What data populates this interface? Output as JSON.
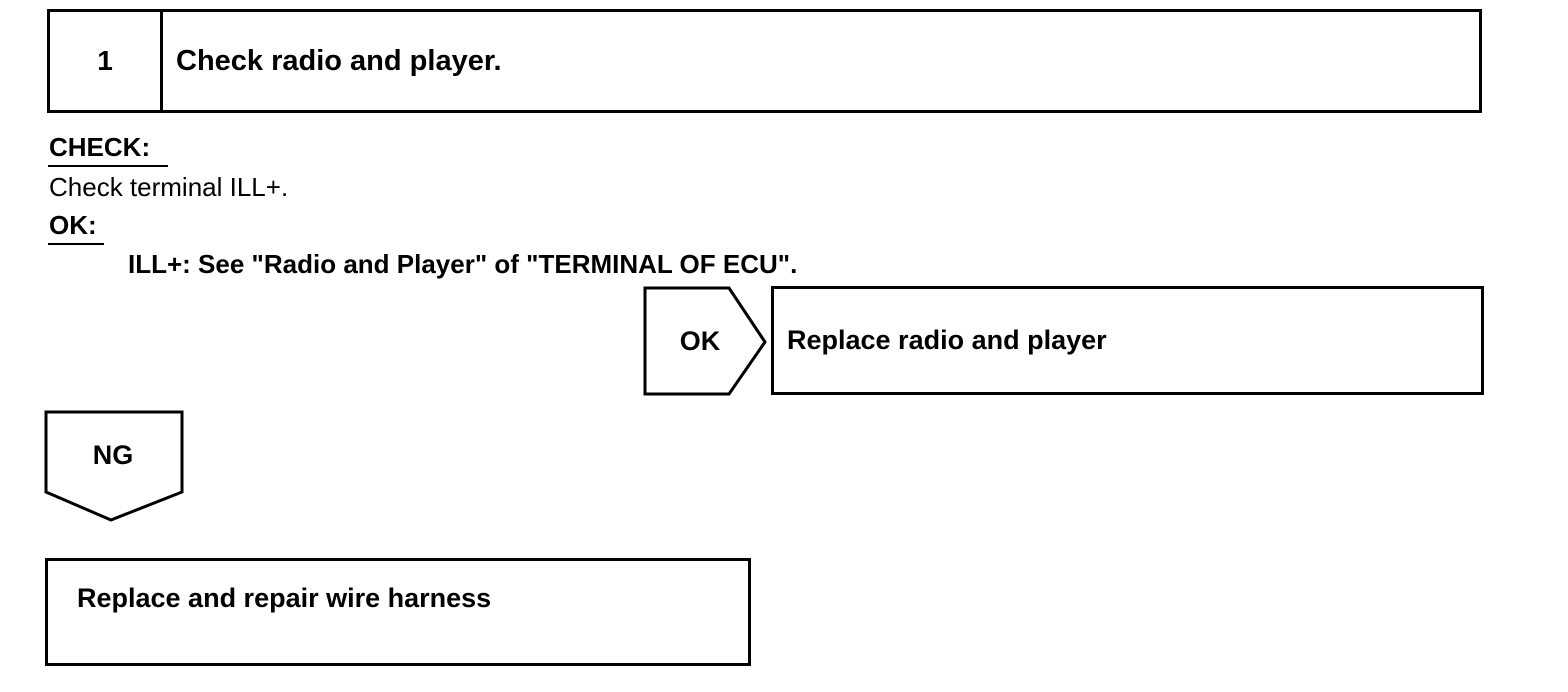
{
  "step": {
    "number": "1",
    "title": "Check radio and player."
  },
  "check": {
    "label": "CHECK:",
    "text": "Check terminal ILL+."
  },
  "ok_criteria": {
    "label": "OK:",
    "detail": "ILL+: See \"Radio and Player\" of \"TERMINAL OF ECU\"."
  },
  "ok_branch": {
    "arrow_label": "OK",
    "result": "Replace radio and player"
  },
  "ng_branch": {
    "arrow_label": "NG",
    "result": "Replace and repair wire harness"
  }
}
